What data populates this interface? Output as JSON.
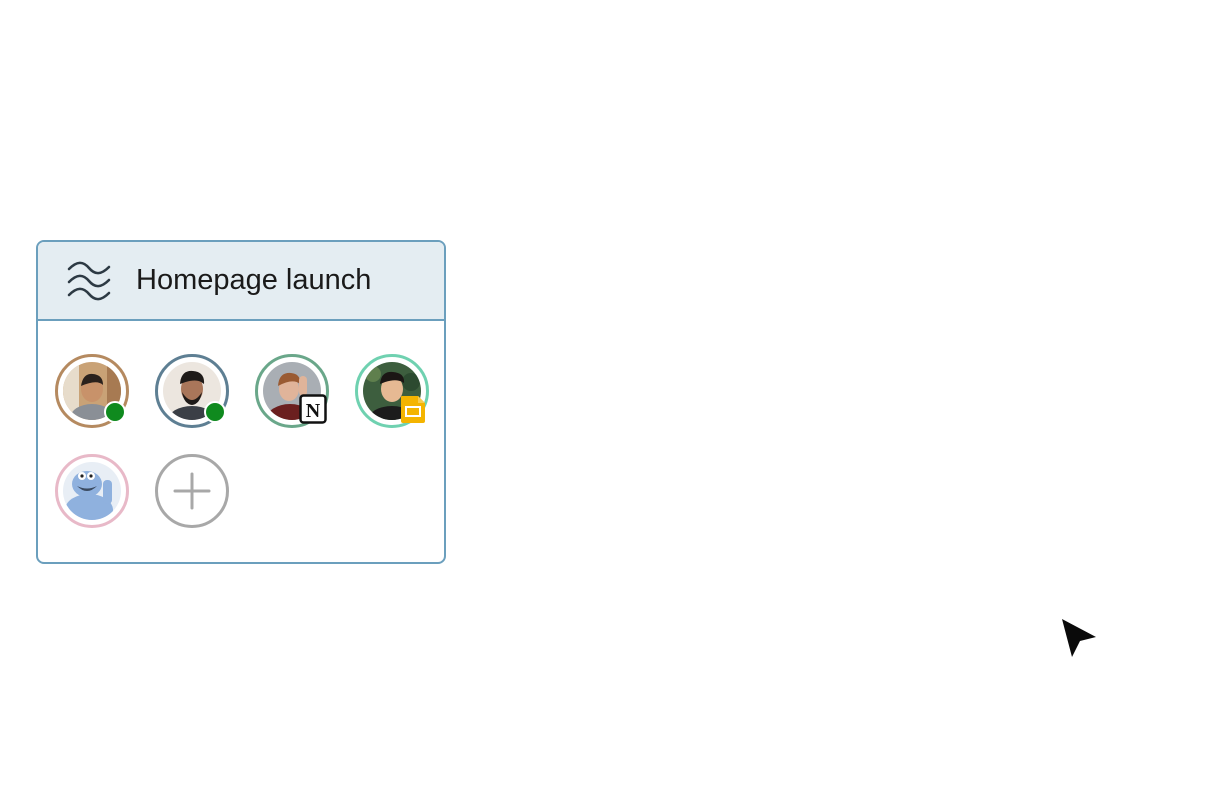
{
  "workspace_card": {
    "title": "Homepage launch",
    "icon": "waves-icon",
    "members": [
      {
        "name_icon": "avatar",
        "ring_color": "#b58a60",
        "status": "online",
        "photo_bg": "#c9a276",
        "skin": "#c8926a",
        "hair": "#2a211c",
        "shirt": "#8a8f96"
      },
      {
        "name_icon": "avatar",
        "ring_color": "#5e7f93",
        "status": "online",
        "photo_bg": "#ece6df",
        "skin": "#a9765a",
        "hair": "#1e1a18",
        "shirt": "#3b3f46"
      },
      {
        "name_icon": "avatar",
        "ring_color": "#6aa78a",
        "status": "app",
        "app_badge": "notion-icon",
        "photo_bg": "#a9aeb4",
        "skin": "#e0b49a",
        "hair": "#9a5b33",
        "shirt": "#6b1f1f"
      },
      {
        "name_icon": "avatar",
        "ring_color": "#6fd1b0",
        "status": "app",
        "app_badge": "google-slides-icon",
        "photo_bg": "#3d5e3e",
        "skin": "#e6b993",
        "hair": "#1b1614",
        "shirt": "#1c1c1c"
      },
      {
        "name_icon": "avatar",
        "ring_color": "#e8b9c8",
        "status": "none",
        "photo_bg": "#e8eef5",
        "skin": "#8fb1de",
        "hair": "#7fa3d6",
        "shirt": "#8fb1de"
      }
    ],
    "add_button_icon": "plus-icon"
  },
  "colors": {
    "card_border": "#6b9fbd",
    "header_bg": "#e4edf2",
    "online_dot": "#0f8a1e",
    "slides_yellow": "#f4b400"
  },
  "cursor_icon": "arrow-cursor-icon"
}
